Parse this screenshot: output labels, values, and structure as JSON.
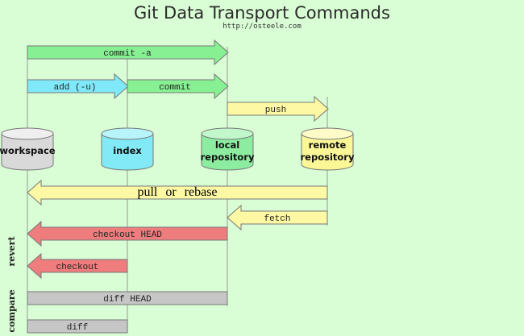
{
  "title": "Git Data Transport Commands",
  "url": "http://osteele.com",
  "stores": {
    "workspace": "workspace",
    "index": "index",
    "local_line1": "local",
    "local_line2": "repository",
    "remote_line1": "remote",
    "remote_line2": "repository"
  },
  "commands": {
    "commit_a": "commit -a",
    "add_u": "add (-u)",
    "commit": "commit",
    "push": "push",
    "pull": "pull",
    "pull_or": "or",
    "rebase": "rebase",
    "fetch": "fetch",
    "checkout_head": "checkout HEAD",
    "checkout": "checkout",
    "diff_head": "diff HEAD",
    "diff": "diff"
  },
  "side_labels": {
    "revert": "revert",
    "compare": "compare"
  },
  "colors": {
    "background": "#d9fdd5",
    "green_arrow": "#86f092",
    "cyan_arrow": "#7fe9fa",
    "yellow_arrow": "#fdf8a3",
    "red_arrow": "#ef7d7d",
    "gray_bar": "#c6c6c6",
    "workspace_store": "#d9d9d9",
    "index_store": "#82eaf6",
    "local_store": "#8ceca0",
    "remote_store": "#fbf796"
  }
}
